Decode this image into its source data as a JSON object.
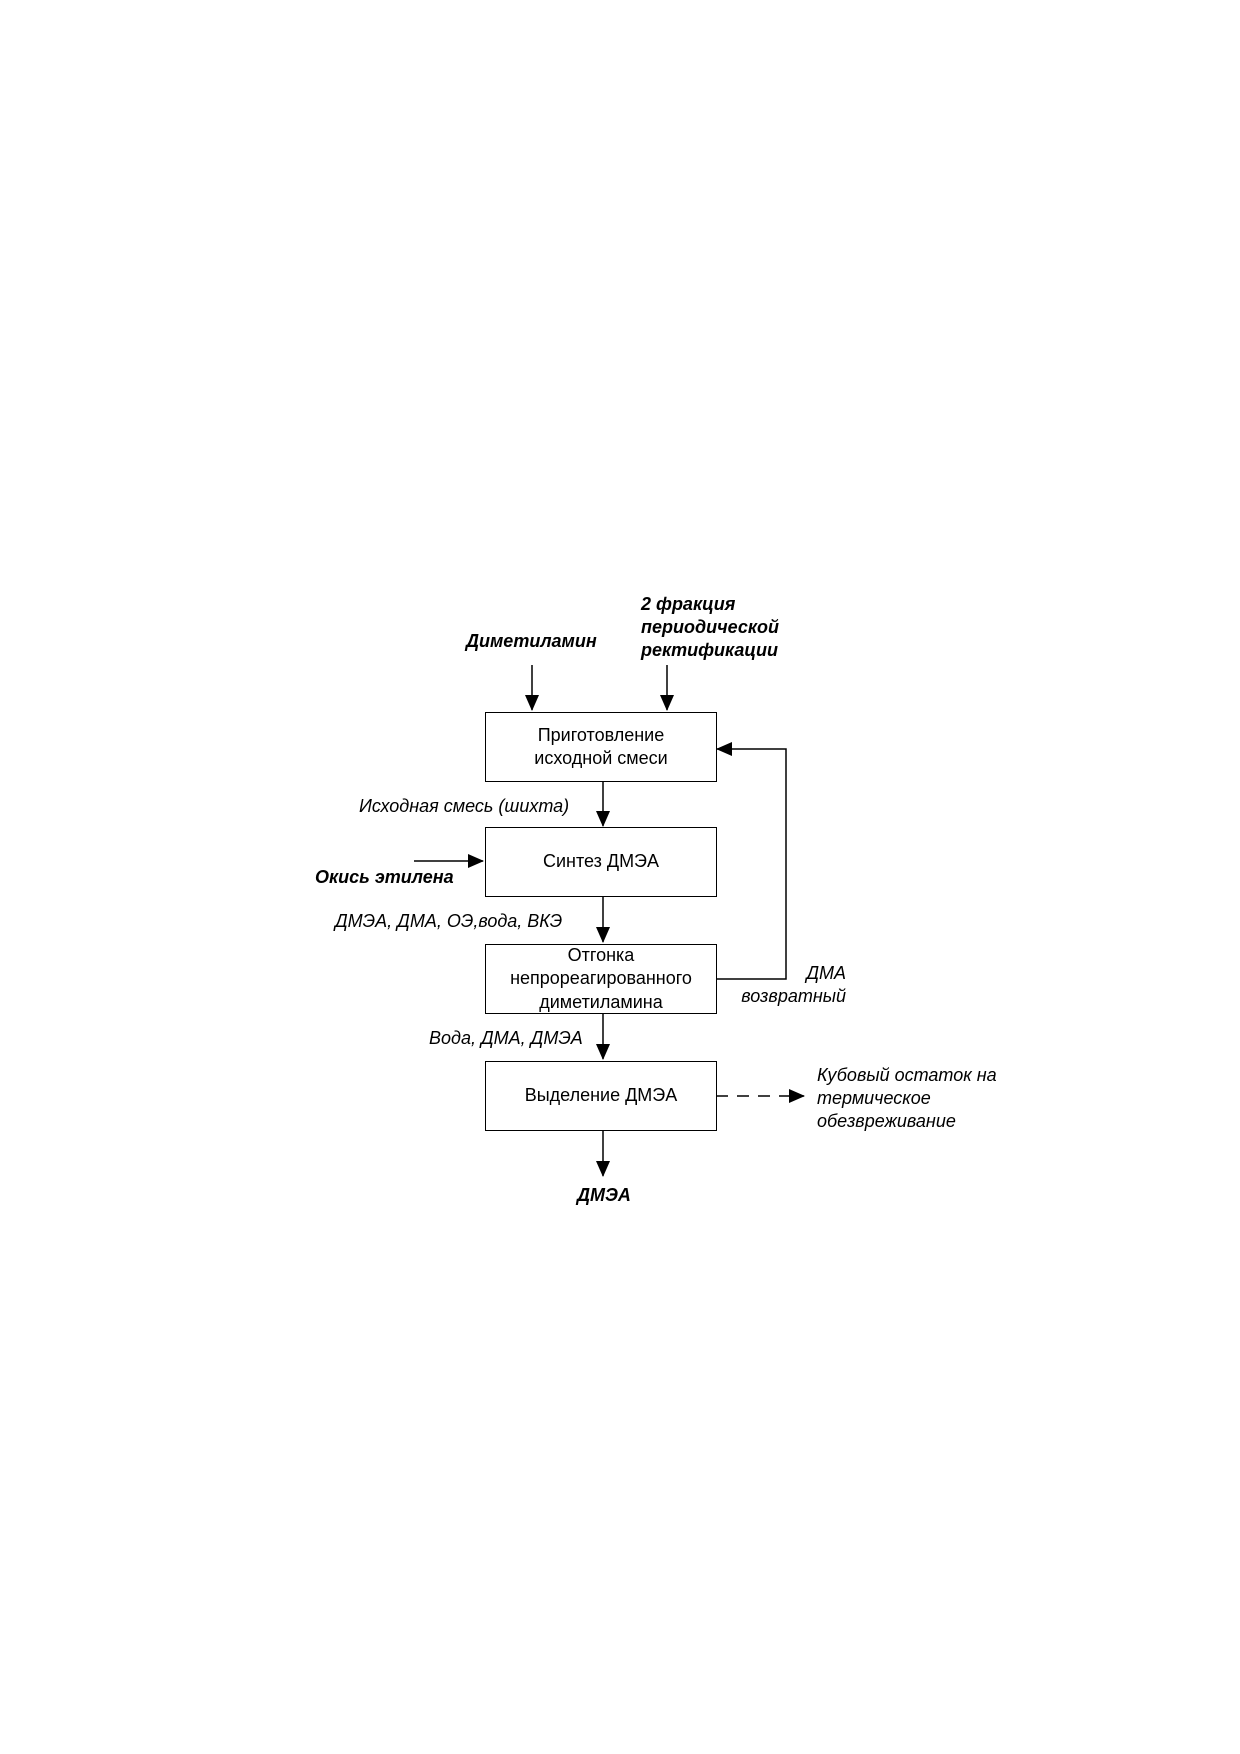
{
  "colors": {
    "stroke": "#000000",
    "background": "#ffffff"
  },
  "inputs": {
    "dma": "Диметиламин",
    "fraction": "2 фракция\nпериодической\nректификации",
    "ethylene_oxide": "Окись этилена"
  },
  "blocks": {
    "prep": "Приготовление\nисходной смеси",
    "synth": "Синтез ДМЭА",
    "strip": "Отгонка\nнепрореагированного\nдиметиламина",
    "isolate": "Выделение ДМЭА"
  },
  "streams": {
    "feed": "Исходная смесь (шихта)",
    "synth_out": "ДМЭА, ДМА, ОЭ,вода, ВКЭ",
    "strip_out": "Вода, ДМА, ДМЭА",
    "recycle": "ДМА\nвозвратный",
    "residue": "Кубовый остаток на\nтермическое\nобезвреживание"
  },
  "product": "ДМЭА"
}
